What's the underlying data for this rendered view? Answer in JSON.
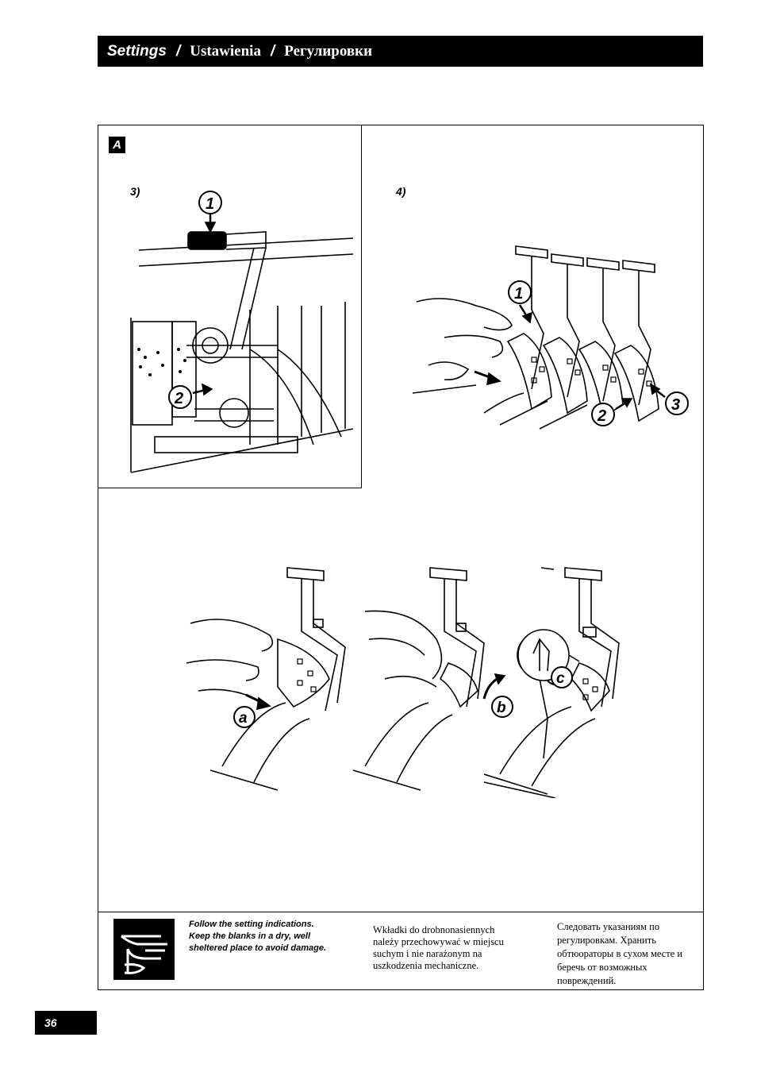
{
  "header": {
    "title_en": "Settings",
    "sep1": "/",
    "title_pl": "Ustawienia",
    "sep2": "/",
    "title_ru": "Регулировки"
  },
  "section": {
    "badge": "A"
  },
  "steps": {
    "step3": {
      "label": "3)",
      "callouts": [
        "1",
        "2"
      ]
    },
    "step4": {
      "label": "4)",
      "callouts": [
        "1",
        "2",
        "3"
      ]
    },
    "sequence": {
      "callouts": [
        "a",
        "b",
        "c"
      ]
    }
  },
  "notes": {
    "icon": "settings-sheet-icon",
    "en": [
      "Follow the setting indications.",
      "Keep the blanks in a dry, well sheltered place to avoid damage."
    ],
    "pl": "Wkładki do drobnonasiennych należy przechowywać w miejscu suchym i nie narażonym na uszkodzenia mechaniczne.",
    "ru": "Следовать указаниям по регулировкам. Хранить обтюораторы в сухом месте и беречь от возможных повреждений."
  },
  "footer": {
    "page_number": "36"
  }
}
